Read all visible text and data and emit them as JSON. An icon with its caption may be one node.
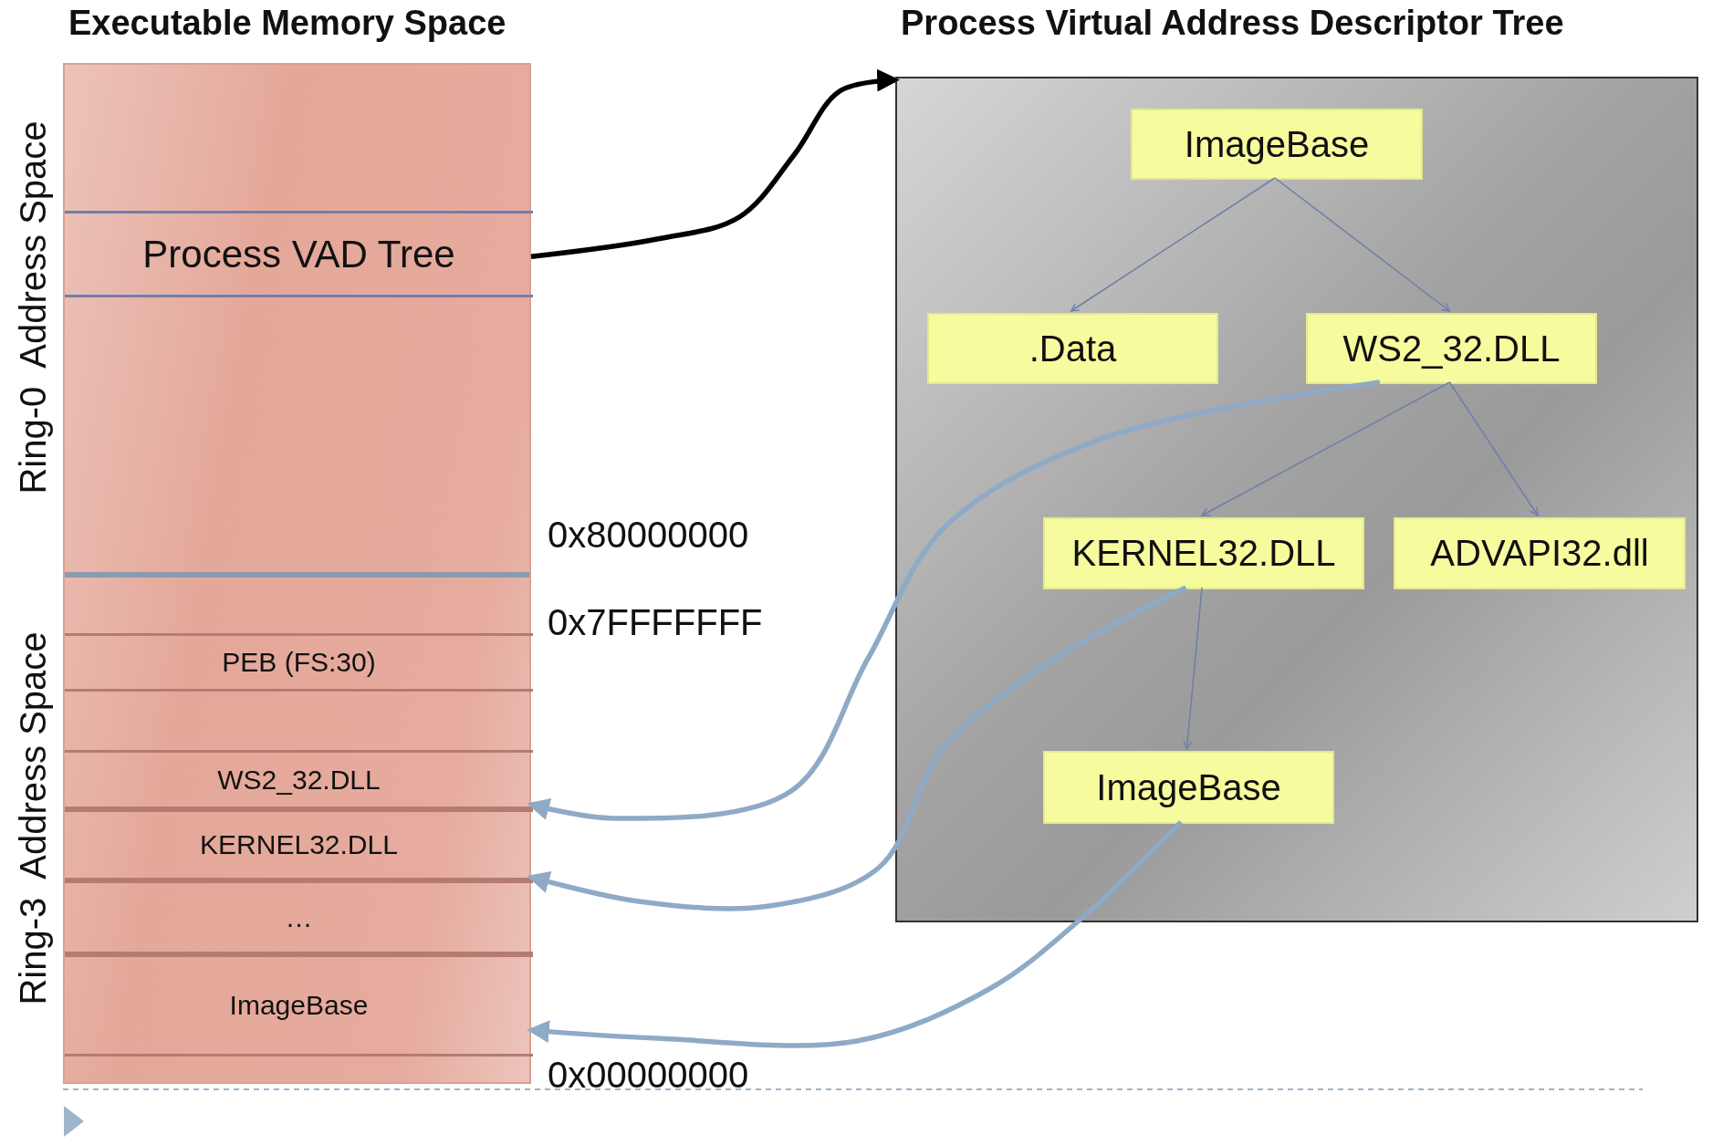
{
  "diagram": {
    "nodes": [
      {
        "text": [],
        "shape": "box"
      },
      {
        "text": [
          "Process VAD Tree"
        ],
        "in": 0
      },
      {
        "text": [
          "PEB (FS:30)"
        ],
        "in": 0
      },
      {
        "text": [
          "WS2_32.DLL"
        ],
        "in": 0
      },
      {
        "text": [
          "KERNEL32.DLL"
        ],
        "in": 0
      },
      {
        "text": [
          "…"
        ],
        "in": 0
      },
      {
        "text": [
          "ImageBase"
        ],
        "in": 0
      },
      {
        "text": [],
        "shape": "box"
      },
      {
        "text": [
          "ImageBase"
        ],
        "in": 7
      },
      {
        "text": [
          ".Data"
        ],
        "in": 7
      },
      {
        "text": [
          "WS2_32.DLL"
        ],
        "in": 7
      },
      {
        "text": [
          "KERNEL32.DLL"
        ],
        "in": 7
      },
      {
        "text": [
          "ADVAPI32.dll"
        ],
        "in": 7
      },
      {
        "text": [
          "ImageBase"
        ],
        "in": 7
      }
    ],
    "edges": [
      {
        "from": 1,
        "to": 7,
        "arrow": "to",
        "style": "thick",
        "color": "#000000"
      },
      {
        "from": 8,
        "to": 9,
        "arrow": "to"
      },
      {
        "from": 8,
        "to": 10,
        "arrow": "to"
      },
      {
        "from": 10,
        "to": 11,
        "arrow": "to"
      },
      {
        "from": 10,
        "to": 12,
        "arrow": "to"
      },
      {
        "from": 11,
        "to": 13,
        "arrow": "to"
      },
      {
        "from": 10,
        "to": 3,
        "arrow": "to",
        "style": "thick",
        "color": "#8eaac6"
      },
      {
        "from": 11,
        "to": 4,
        "arrow": "to",
        "style": "thick",
        "color": "#8eaac6"
      },
      {
        "from": 13,
        "to": 6,
        "arrow": "to",
        "style": "thick",
        "color": "#8eaac6"
      }
    ],
    "labels": [
      "Executable Memory Space",
      "Process Virtual Address Descriptor Tree",
      "Ring-0  Address Space",
      "0x80000000",
      "0x7FFFFFFF",
      "Ring-3  Address Space",
      "0x00000000"
    ]
  }
}
